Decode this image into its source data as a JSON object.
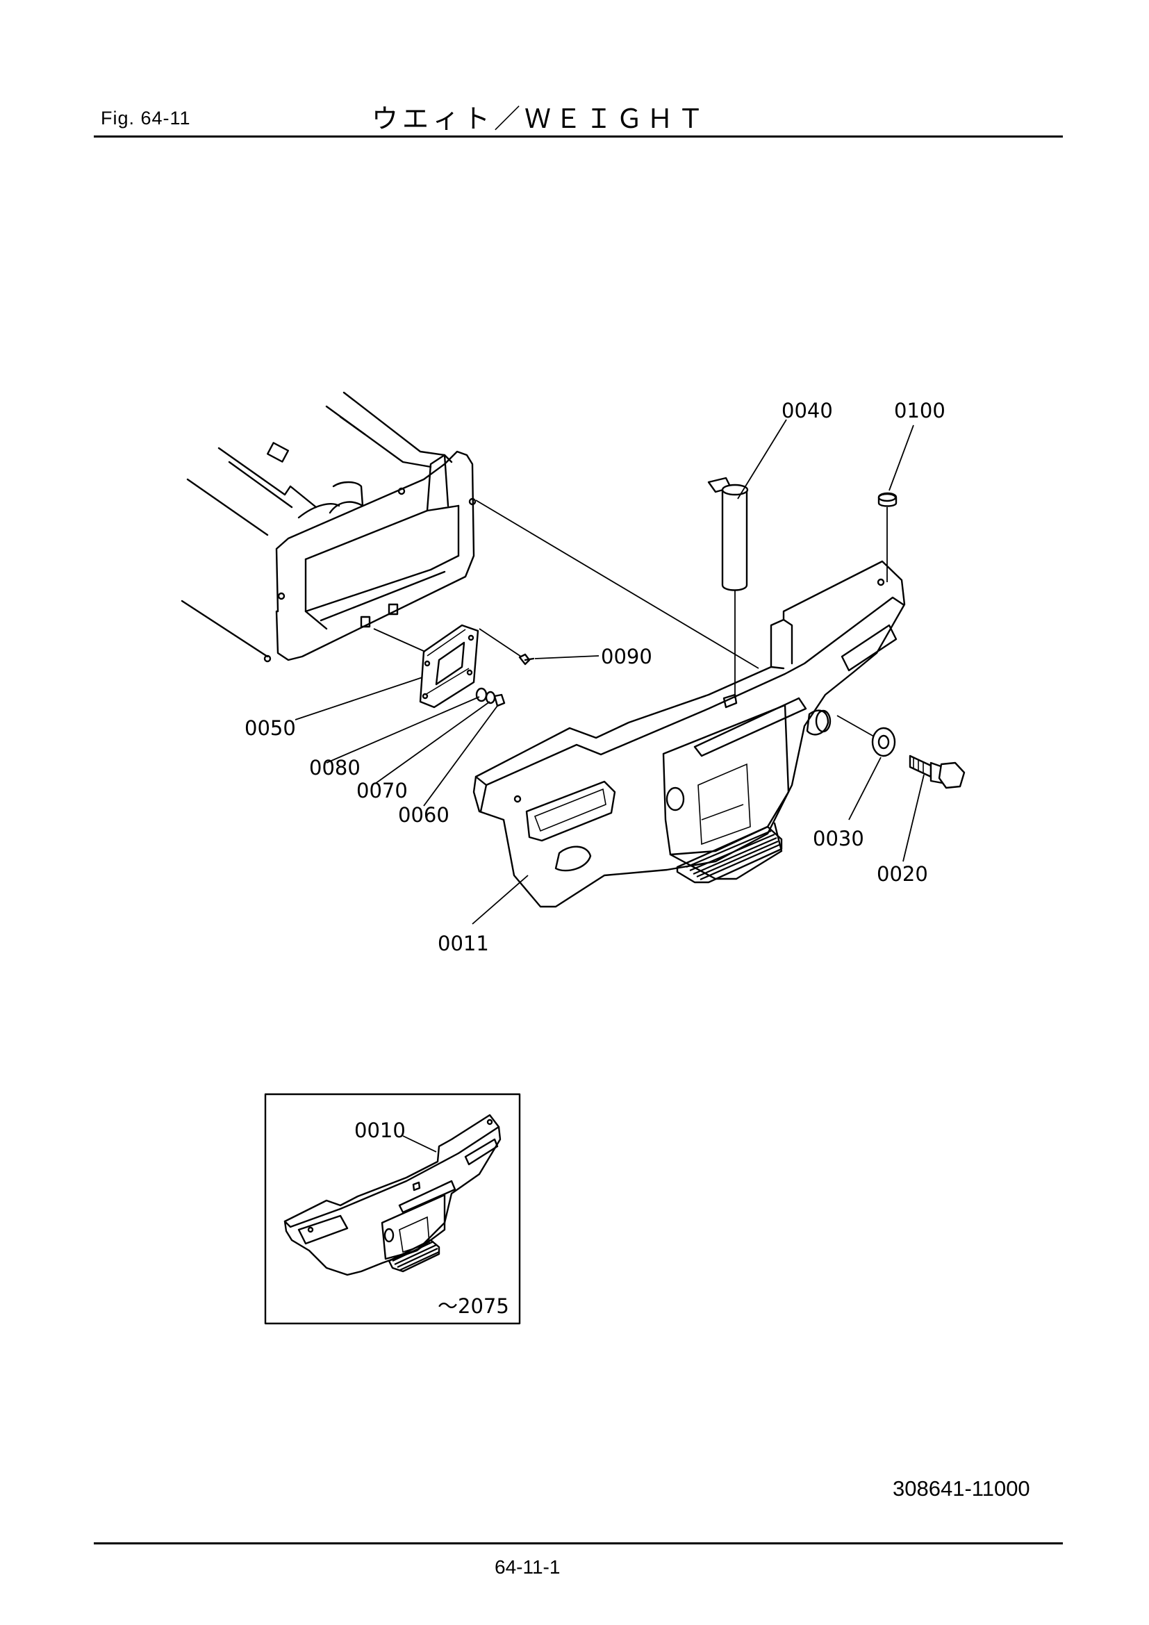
{
  "header": {
    "figure_label": "Fig.  64-11",
    "title": "ウエィト／ＷＥＩＧＨＴ"
  },
  "callouts": {
    "p0040": "0040",
    "p0100": "0100",
    "p0090": "0090",
    "p0050": "0050",
    "p0080": "0080",
    "p0070": "0070",
    "p0060": "0060",
    "p0030": "0030",
    "p0020": "0020",
    "p0011": "0011"
  },
  "inset": {
    "part": "0010",
    "serial_range": "～2075"
  },
  "footer": {
    "document_number": "308641-11000",
    "page_number": "64-11-1"
  }
}
